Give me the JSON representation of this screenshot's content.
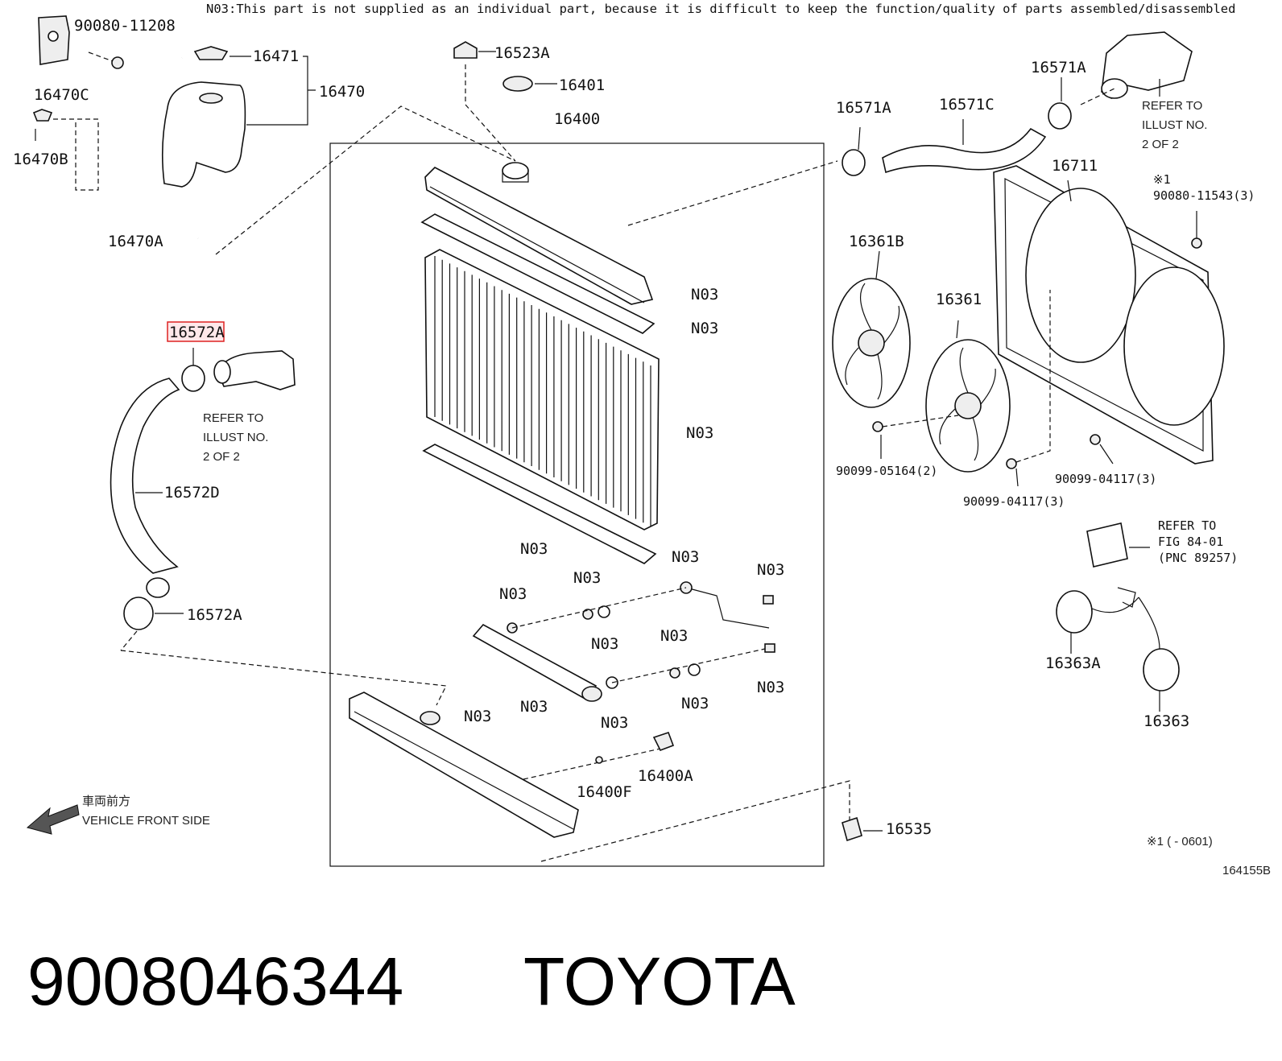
{
  "header_note": "N03:This part is not supplied as an individual part, because it is difficult to keep the function/quality of parts assembled/disassembled",
  "labels": {
    "p_90080_11208": "90080-11208",
    "p_16470C": "16470C",
    "p_16470B": "16470B",
    "p_16471": "16471",
    "p_16470": "16470",
    "p_16470A": "16470A",
    "p_16523A": "16523A",
    "p_16401": "16401",
    "p_16400": "16400",
    "p_16571A_top": "16571A",
    "p_16571A_mid": "16571A",
    "p_16571C": "16571C",
    "p_16711": "16711",
    "p_note1": "※1",
    "p_90080_11543": "90080-11543(3)",
    "p_16361B": "16361B",
    "p_16361": "16361",
    "p_90099_05164": "90099-05164(2)",
    "p_90099_04117_a": "90099-04117(3)",
    "p_90099_04117_b": "90099-04117(3)",
    "p_16572A_top": "16572A",
    "p_16572D": "16572D",
    "p_16572A_bottom": "16572A",
    "p_16363A": "16363A",
    "p_16363": "16363",
    "p_16400F": "16400F",
    "p_16400A": "16400A",
    "p_16535": "16535",
    "n03": "N03"
  },
  "refer_ref1": [
    "REFER TO",
    "ILLUST NO.",
    "2 OF 2"
  ],
  "refer_ref2": [
    "REFER TO",
    "ILLUST NO.",
    "2 OF 2"
  ],
  "refer_fig": [
    "REFER TO",
    "FIG 84-01",
    "(PNC 89257)"
  ],
  "vehicle_front_jp": "車両前方",
  "vehicle_front_en": "VEHICLE FRONT SIDE",
  "footnote": "※1 (      - 0601)",
  "figure_id": "164155B",
  "part_number": "9008046344",
  "brand": "TOYOTA",
  "colors": {
    "highlight": "#d22222",
    "ink": "#111111"
  }
}
